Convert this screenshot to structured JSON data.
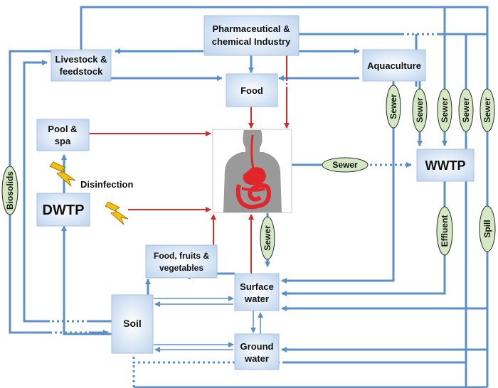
{
  "nodes": {
    "pharma": [
      "Pharmaceutical &",
      "chemical Industry"
    ],
    "livestock": [
      "Livestock &",
      "feedstock"
    ],
    "food": [
      "Food"
    ],
    "aquaculture": [
      "Aquaculture"
    ],
    "pool": [
      "Pool &",
      "spa"
    ],
    "dwtp": [
      "DWTP"
    ],
    "wwtp": [
      "WWTP"
    ],
    "food_fruits": [
      "Food, fruits &",
      "vegetables"
    ],
    "soil": [
      "Soil"
    ],
    "surface_water": [
      "Surface",
      "water"
    ],
    "ground_water": [
      "Ground",
      "water"
    ]
  },
  "labels": {
    "disinfection": "Disinfection"
  },
  "pills": {
    "sewer": "Sewer",
    "effluent": "Effluent",
    "spill": "Spill",
    "biosolids": "Biosolids"
  },
  "colors": {
    "flow_blue": "#5b8fc9",
    "flow_red": "#d32a2a",
    "box_border": "#a9c1df",
    "pill_fill": "#d5e8c4",
    "body_gray": "#9a9a9a",
    "organ_red": "#e0262a",
    "lightning": "#f2c014"
  },
  "icons": {
    "human": "human-digestive-system-icon",
    "lightning": "lightning-bolt-icon"
  }
}
